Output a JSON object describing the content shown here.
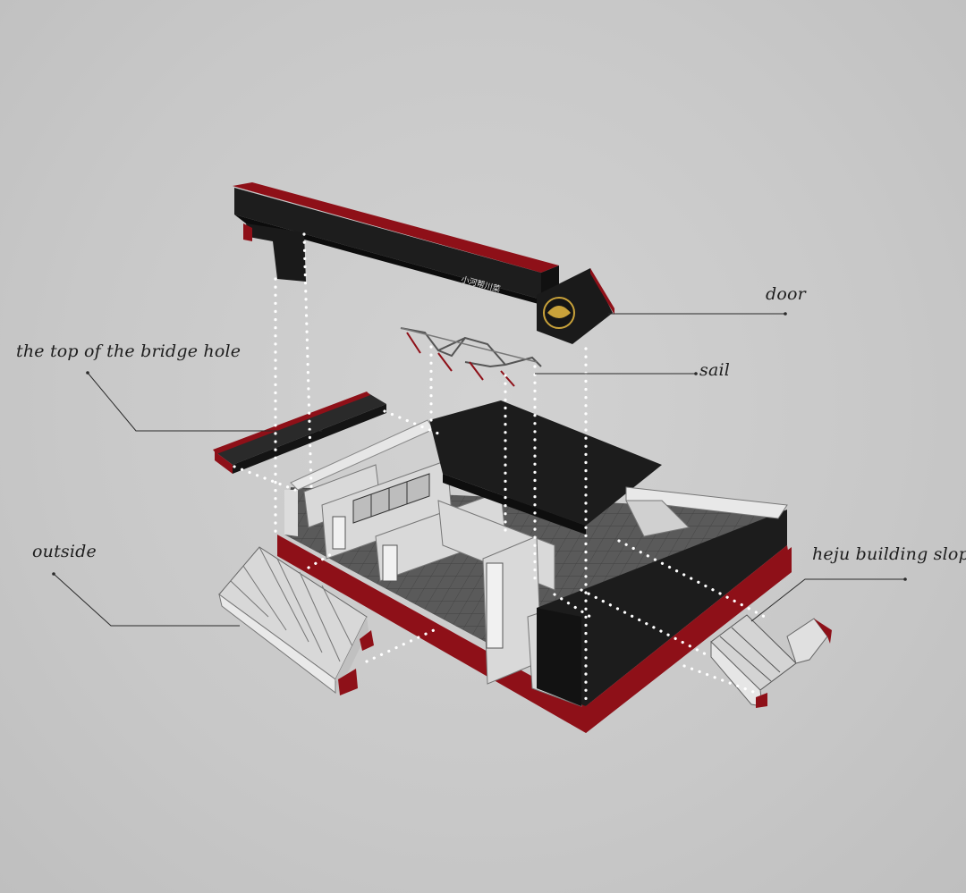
{
  "callouts": {
    "door": "door",
    "sail": "sail",
    "bridge_hole_top": "the top of the bridge hole",
    "outside": "outside",
    "heju_slope": "heju building slope"
  },
  "signage": {
    "beam_mid": "小河帮川菜"
  },
  "colors": {
    "background": "#c9c9c9",
    "accent_red": "#8e1018",
    "roof_black": "#1c1c1c",
    "leader_line": "#2a2a2a",
    "dotted_white": "#ffffff"
  }
}
